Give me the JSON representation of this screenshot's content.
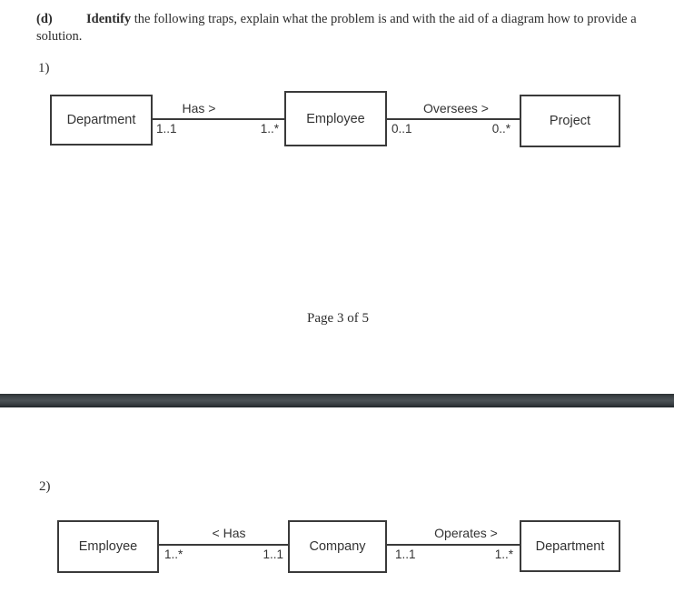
{
  "document": {
    "question": {
      "label": "(d)",
      "verb": "Identify",
      "rest": " the following traps, explain what the problem is and with the aid of a diagram how to provide a solution."
    },
    "items": [
      {
        "number": "1)",
        "entities": [
          "Department",
          "Employee",
          "Project"
        ],
        "relations": [
          {
            "name": "Has >",
            "left_mult": "1..1",
            "right_mult": "1..*"
          },
          {
            "name": "Oversees >",
            "left_mult": "0..1",
            "right_mult": "0..*"
          }
        ]
      },
      {
        "number": "2)",
        "entities": [
          "Employee",
          "Company",
          "Department"
        ],
        "relations": [
          {
            "name": "< Has",
            "left_mult": "1..*",
            "right_mult": "1..1"
          },
          {
            "name": "Operates >",
            "left_mult": "1..1",
            "right_mult": "1..*"
          }
        ]
      }
    ],
    "footer": "Page 3 of 5"
  },
  "colors": {
    "page_background": "#ffffff",
    "ink": "#2d2d2d",
    "diagram_ink": "#333333",
    "box_border": "#3a3a3a",
    "separator_dark": "#212529",
    "separator_mid": "#4c5256"
  }
}
